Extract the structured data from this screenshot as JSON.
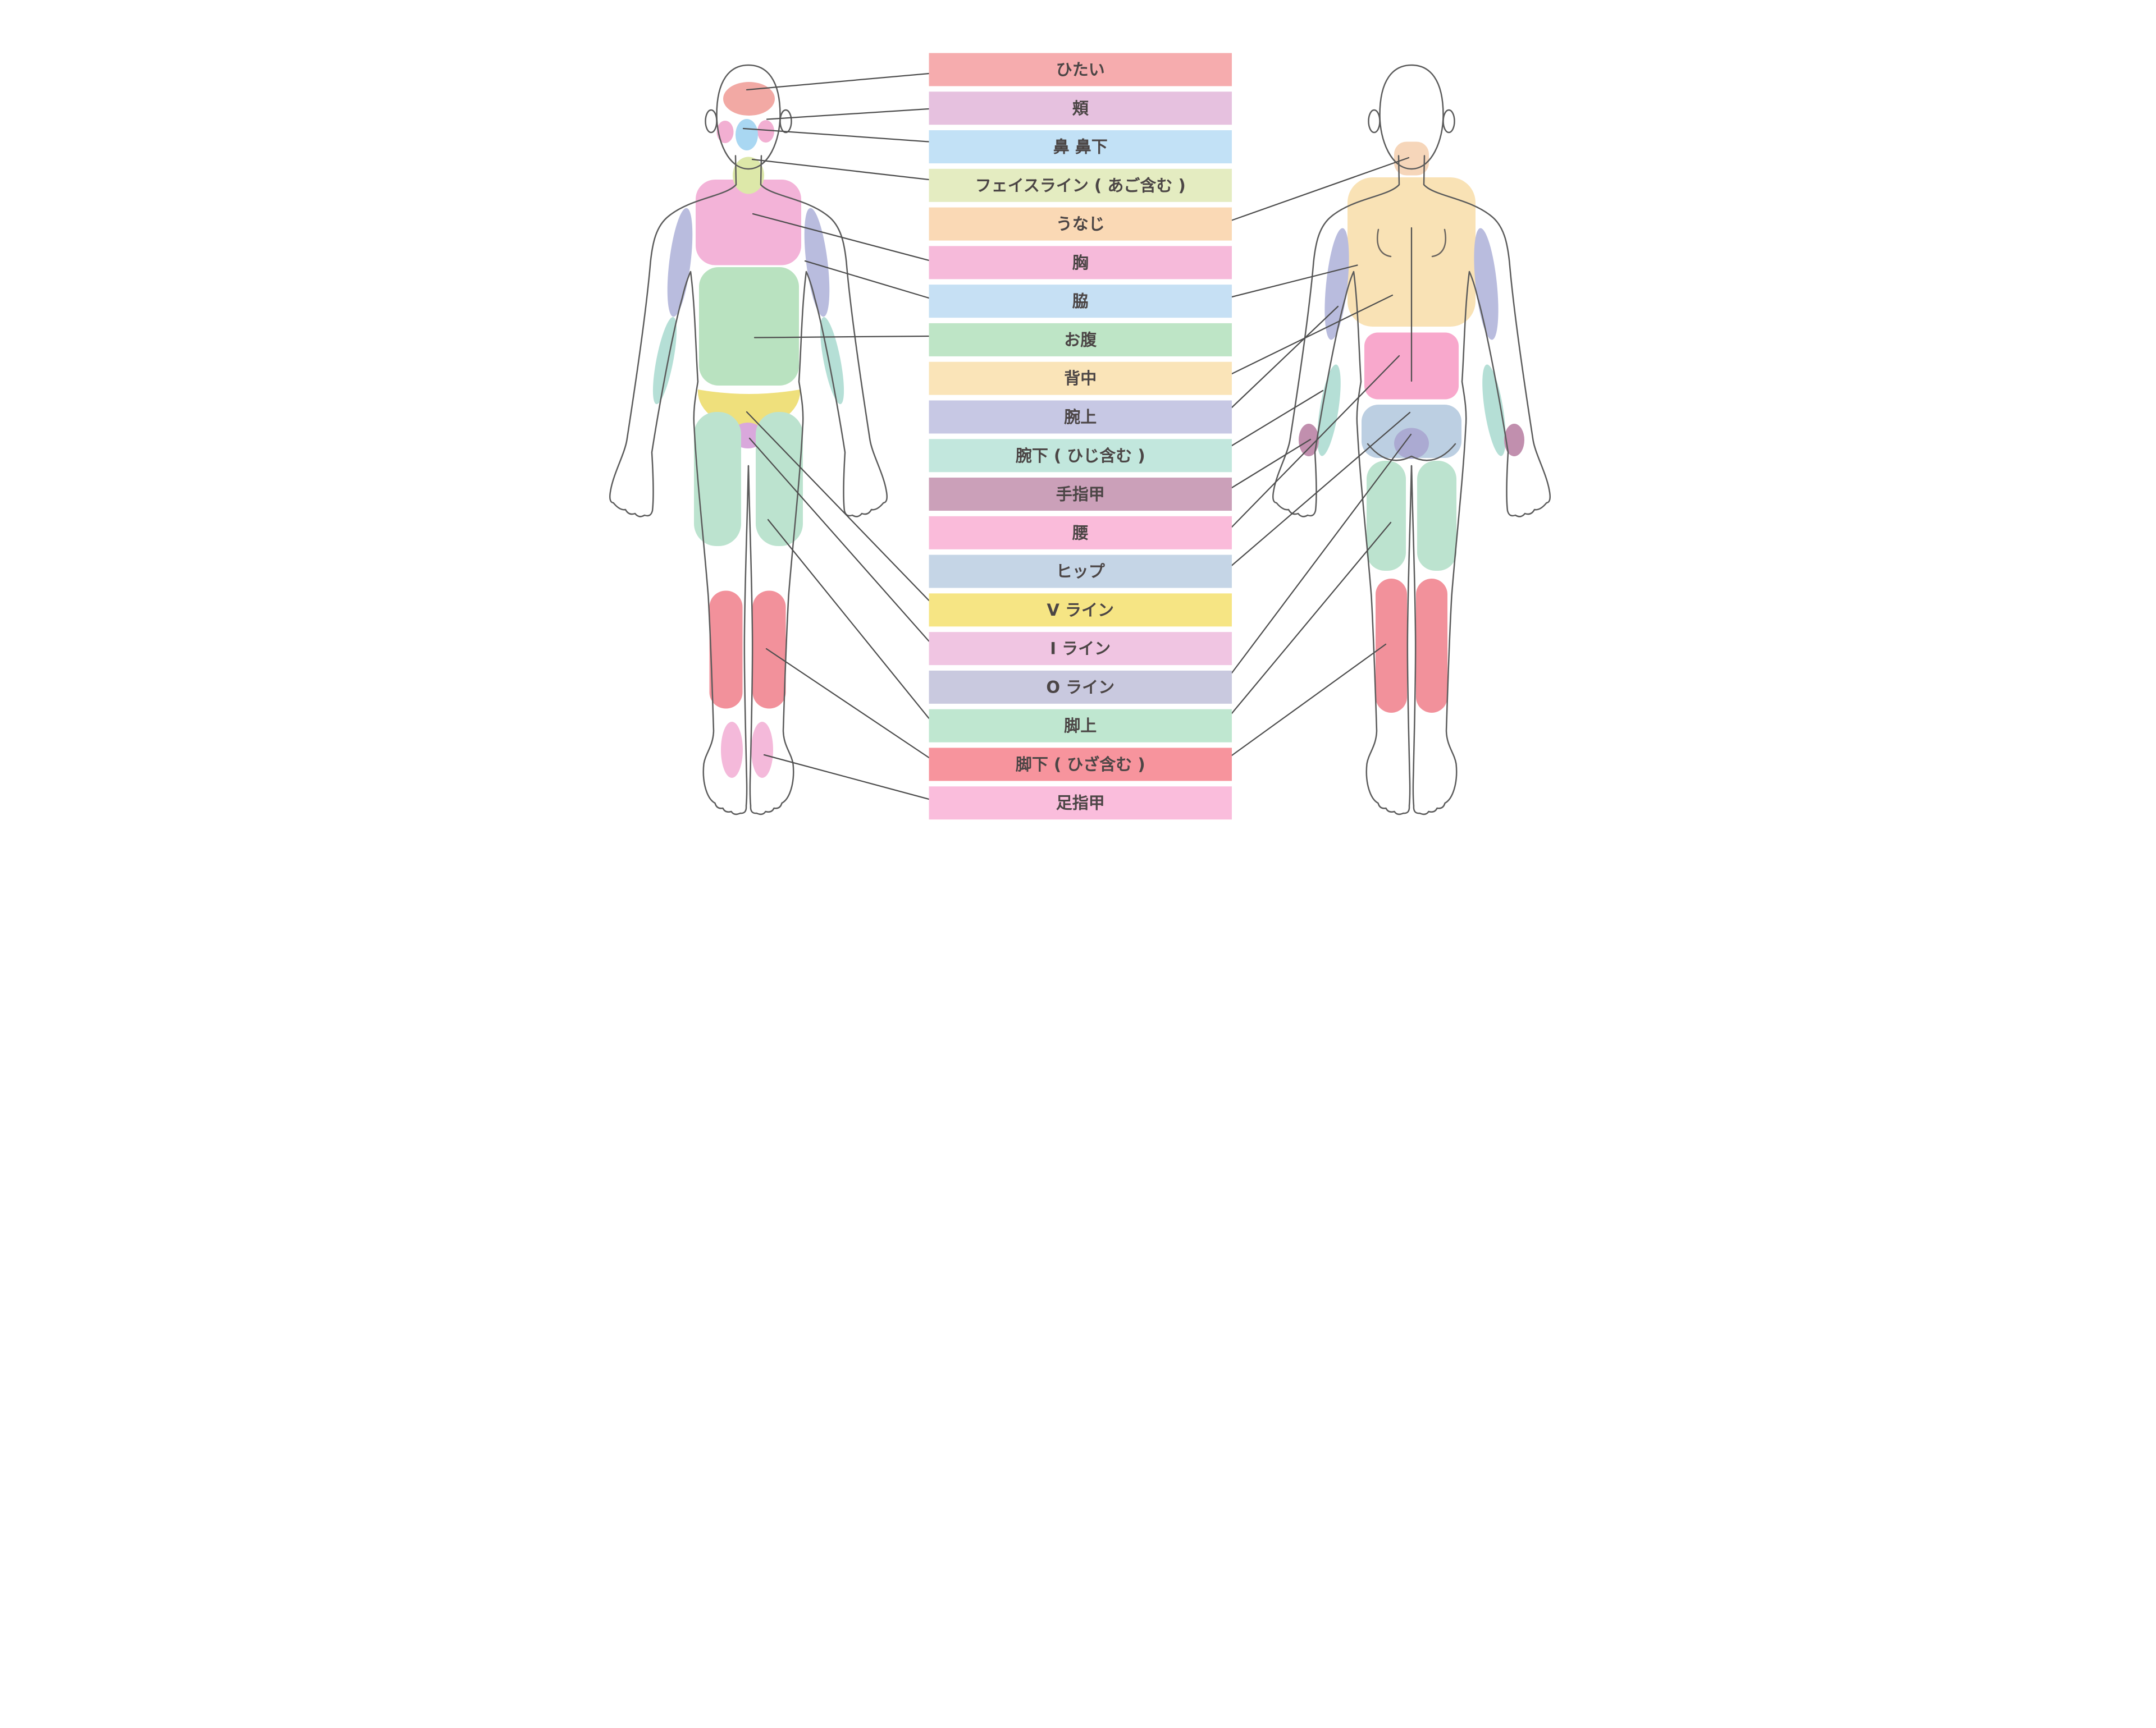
{
  "diagram_title": "",
  "labels": [
    {
      "id": "hitai",
      "text": "ひたい",
      "color": "#F6ACAE"
    },
    {
      "id": "hoho",
      "text": "頬",
      "color": "#E6C1DF"
    },
    {
      "id": "hana-hanashita",
      "text": "鼻 鼻下",
      "color": "#C2E1F6"
    },
    {
      "id": "face-line",
      "text": "フェイスライン ( あご含む )",
      "color": "#E4ECC1"
    },
    {
      "id": "unaji",
      "text": "うなじ",
      "color": "#FAD9B5",
      "region_color": "#F6D6BA"
    },
    {
      "id": "mune",
      "text": "胸",
      "color": "#F6BADA",
      "region_color": "#F3B3D8"
    },
    {
      "id": "waki",
      "text": "脇",
      "color": "#C6E0F4"
    },
    {
      "id": "onaka",
      "text": "お腹",
      "color": "#BEE5C6",
      "region_color": "#B9E2C0"
    },
    {
      "id": "senaka",
      "text": "背中",
      "color": "#FAE4B8",
      "region_color": "#F9E2B5"
    },
    {
      "id": "ude-ue",
      "text": "腕上",
      "color": "#C7C8E4",
      "region_color": "#B9BCDE"
    },
    {
      "id": "ude-shita",
      "text": "腕下 ( ひじ含む )",
      "color": "#C2E7DD",
      "region_color": "#B5DFD6"
    },
    {
      "id": "te-yubi-ko",
      "text": "手指甲",
      "color": "#CBA0B9",
      "region_color": "#C18FAE"
    },
    {
      "id": "koshi",
      "text": "腰",
      "color": "#FABBDA",
      "region_color": "#F8A8CC"
    },
    {
      "id": "hip",
      "text": "ヒップ",
      "color": "#C5D5E6",
      "region_color": "#BCCFE2"
    },
    {
      "id": "v-line",
      "text": "V ライン",
      "color": "#F6E584",
      "region_color": "#EFE07C"
    },
    {
      "id": "i-line",
      "text": "I ライン",
      "color": "#F0C5E2",
      "region_color": "#D9A8DC"
    },
    {
      "id": "o-line",
      "text": "O ライン",
      "color": "#C9C9DF",
      "region_color": "#ABAAD2"
    },
    {
      "id": "ashi-ue",
      "text": "脚上",
      "color": "#BFE7D0",
      "region_color": "#BCE3CF"
    },
    {
      "id": "ashi-shita",
      "text": "脚下 ( ひざ含む )",
      "color": "#F7949D",
      "region_color": "#F2919B"
    },
    {
      "id": "ashi-yubi-ko",
      "text": "足指甲",
      "color": "#FABDDC",
      "region_color": "#F4B9DA"
    }
  ],
  "colors": {
    "background": "#FFFFFF",
    "body_outline": "#5B5B5B",
    "leader_line": "#4E4E4E",
    "band_text": "#4B4545",
    "face_forehead": "#F2A9A4",
    "face_cheek": "#F2AFD2",
    "face_nose": "#A9D7F2",
    "face_chin": "#DDE8A9"
  }
}
